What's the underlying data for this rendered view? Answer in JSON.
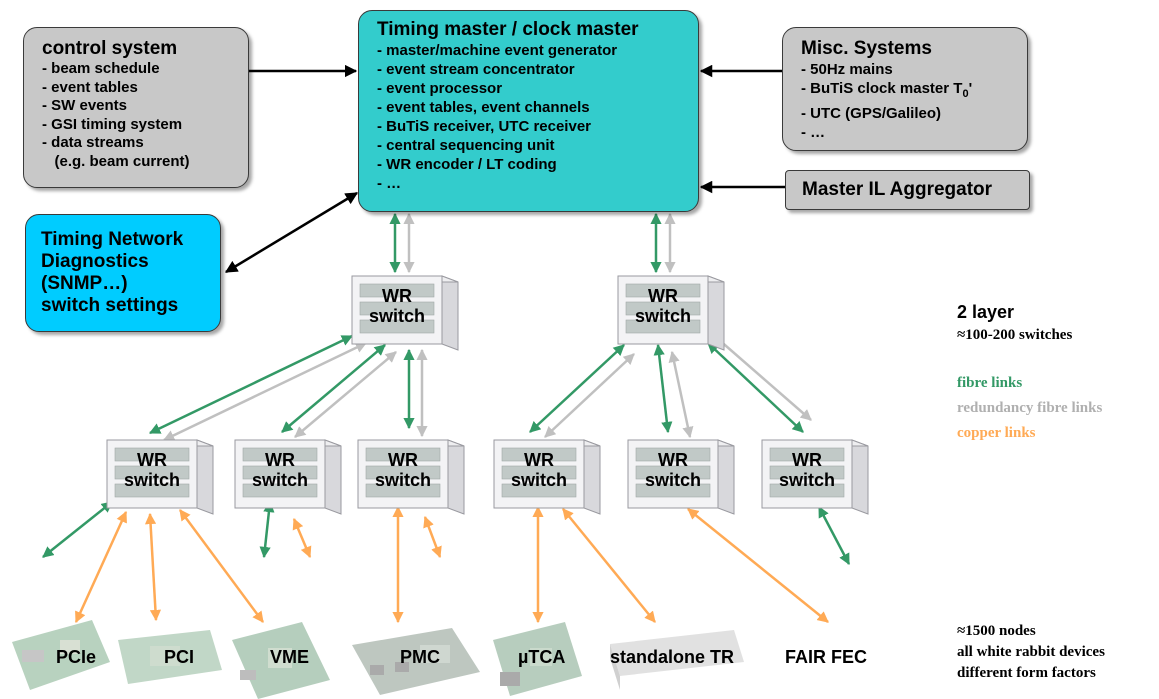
{
  "control_system": {
    "title": "control system",
    "items": [
      "- beam schedule",
      "- event tables",
      "- SW events",
      "- GSI timing system",
      "- data streams",
      "   (e.g. beam current)"
    ]
  },
  "timing_master": {
    "title": "Timing master / clock master",
    "items": [
      "- master/machine event generator",
      "- event stream concentrator",
      "- event processor",
      "- event tables, event channels",
      "- BuTiS receiver, UTC receiver",
      "- central sequencing unit",
      "- WR encoder / LT coding",
      "- …"
    ]
  },
  "misc_systems": {
    "title": "Misc. Systems",
    "items": [
      "- 50Hz mains",
      "- BuTiS clock master T",
      "- UTC (GPS/Galileo)",
      "- …"
    ],
    "t0_sub": "0",
    "t0_suffix": "'"
  },
  "master_il": {
    "title": "Master IL Aggregator"
  },
  "diagnostics": {
    "lines": [
      "Timing Network",
      "Diagnostics",
      "(SNMP…)",
      "switch settings"
    ]
  },
  "switch": {
    "line1": "WR",
    "line2": "switch"
  },
  "legend": {
    "layer_title": "2 layer",
    "layer_sub": "≈100-200 switches",
    "fibre": "fibre links",
    "redundancy": "redundancy fibre links",
    "copper": "copper links",
    "nodes": [
      "≈1500 nodes",
      "all white rabbit devices",
      "different form factors"
    ]
  },
  "devices": [
    "PCIe",
    "PCI",
    "VME",
    "PMC",
    "µTCA",
    "standalone TR",
    "FAIR FEC"
  ],
  "colors": {
    "fibre": "#339966",
    "redundancy": "#c0c0c0",
    "copper": "#ffaa55",
    "teal": "#33cccc",
    "cyan": "#00ccff",
    "grey": "#c8c8c8"
  }
}
